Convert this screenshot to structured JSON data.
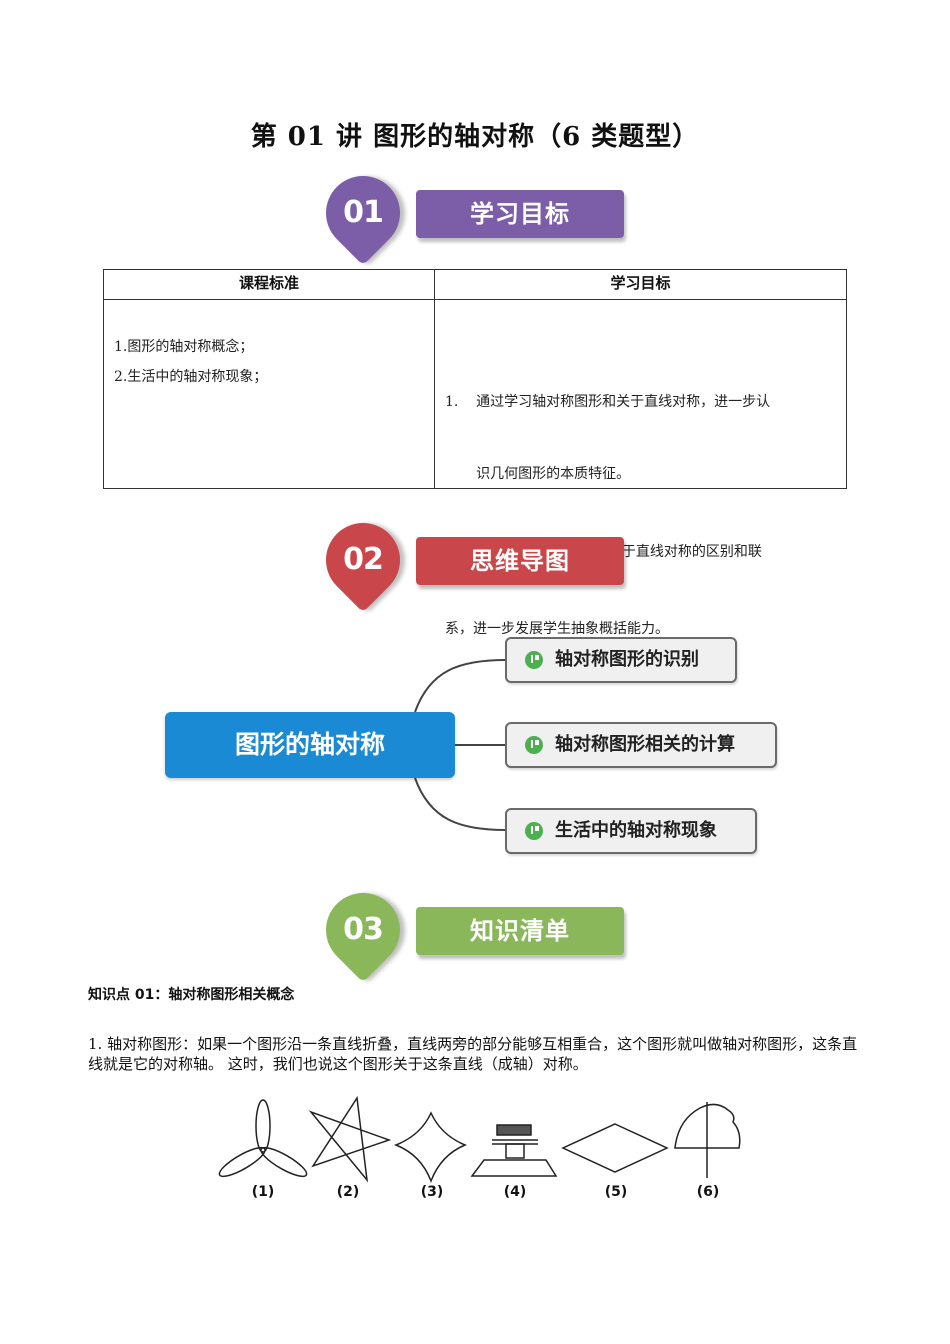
{
  "title": "第 01 讲  图形的轴对称（6 类题型）",
  "sections": [
    {
      "number": "01",
      "label": "学习目标",
      "color": "#7b5ea7"
    },
    {
      "number": "02",
      "label": "思维导图",
      "color": "#c9474a"
    },
    {
      "number": "03",
      "label": "知识清单",
      "color": "#8bb75b"
    }
  ],
  "goals_table": {
    "headers": [
      "课程标准",
      "学习目标"
    ],
    "standards": [
      "1.图形的轴对称概念；",
      "2.生活中的轴对称现象；"
    ],
    "objectives": [
      "1.    通过学习轴对称图形和关于直线对称，进一步认",
      "       识几何图形的本质特征。",
      "2、通过学习轴对称图形和关于直线对称的区别和联",
      "系，进一步发展学生抽象概括能力。"
    ]
  },
  "mind_map": {
    "center": "图形的轴对称",
    "branches": [
      "轴对称图形的识别",
      "轴对称图形相关的计算",
      "生活中的轴对称现象"
    ],
    "center_color": "#1a8ad4"
  },
  "knowledge": {
    "heading": "知识点 01：轴对称图形相关概念",
    "paragraph": "1. 轴对称图形：如果一个图形沿一条直线折叠，直线两旁的部分能够互相重合，这个图形就叫做轴对称图形，这条直线就是它的对称轴。 这时，我们也说这个图形关于这条直线（成轴）对称。",
    "figure_labels": [
      "(1)",
      "(2)",
      "(3)",
      "(4)",
      "(5)",
      "(6)"
    ]
  }
}
